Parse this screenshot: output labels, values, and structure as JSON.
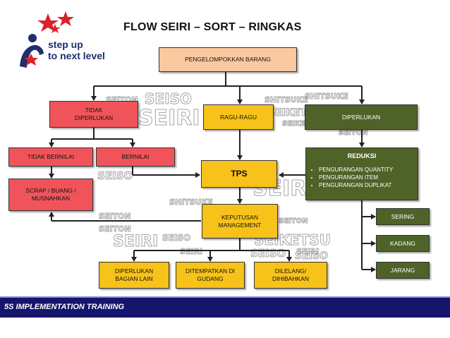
{
  "title": "FLOW SEIRI – SORT – RINGKAS",
  "logo": {
    "line1": "step up",
    "line2": "to next level"
  },
  "nodes": {
    "pengelompokkan": "PENGELOMPOKKAN BARANG",
    "tidak_diperlukan": "TIDAK\nDIPERLUKAN",
    "ragu_ragu": "RAGU-RAGU",
    "diperlukan": "DIPERLUKAN",
    "tidak_bernilai": "TIDAK BERNILAI",
    "bernilai": "BERNILAI",
    "tps": "TPS",
    "reduksi_title": "REDUKSI",
    "reduksi_items": [
      "PENGURANGAN QUANTITY",
      "PENGURANGAN ITEM",
      "PENGURANGAN DUPLIKAT"
    ],
    "scrap": "SCRAP / BUANG /\nMUSNAHKAN",
    "keputusan": "KEPUTUSAN\nMANAGEMENT",
    "sering": "SERING",
    "kadang": "KADANG",
    "jarang": "JARANG",
    "diperlukan_bagian_lain": "DIPERLUKAN\nBAGIAN LAIN",
    "ditempatkan_di_gudang": "DITEMPATKAN DI\nGUDANG",
    "dilelang": "DILELANG/\nDIHIBAHKAN"
  },
  "watermarks": [
    "SEISO",
    "SEIRI",
    "SEITON",
    "SHITSUKE",
    "SEIKETSU",
    "SEIKETSU",
    "SHITSUKE",
    "SEITON",
    "SEISO",
    "SEIRI",
    "SEIRI",
    "SEISO",
    "SEITON",
    "SEITON",
    "SHITSUKE",
    "SEIRI",
    "SEIKETSU",
    "SEISO",
    "SEITON",
    "SEIRI",
    "SEISO"
  ],
  "footer": "5S IMPLEMENTATION TRAINING",
  "colors": {
    "peach": "#FBC89F",
    "red": "#F0545A",
    "yellow": "#F7C21A",
    "green": "#4F6228",
    "footer": "#15156E"
  }
}
